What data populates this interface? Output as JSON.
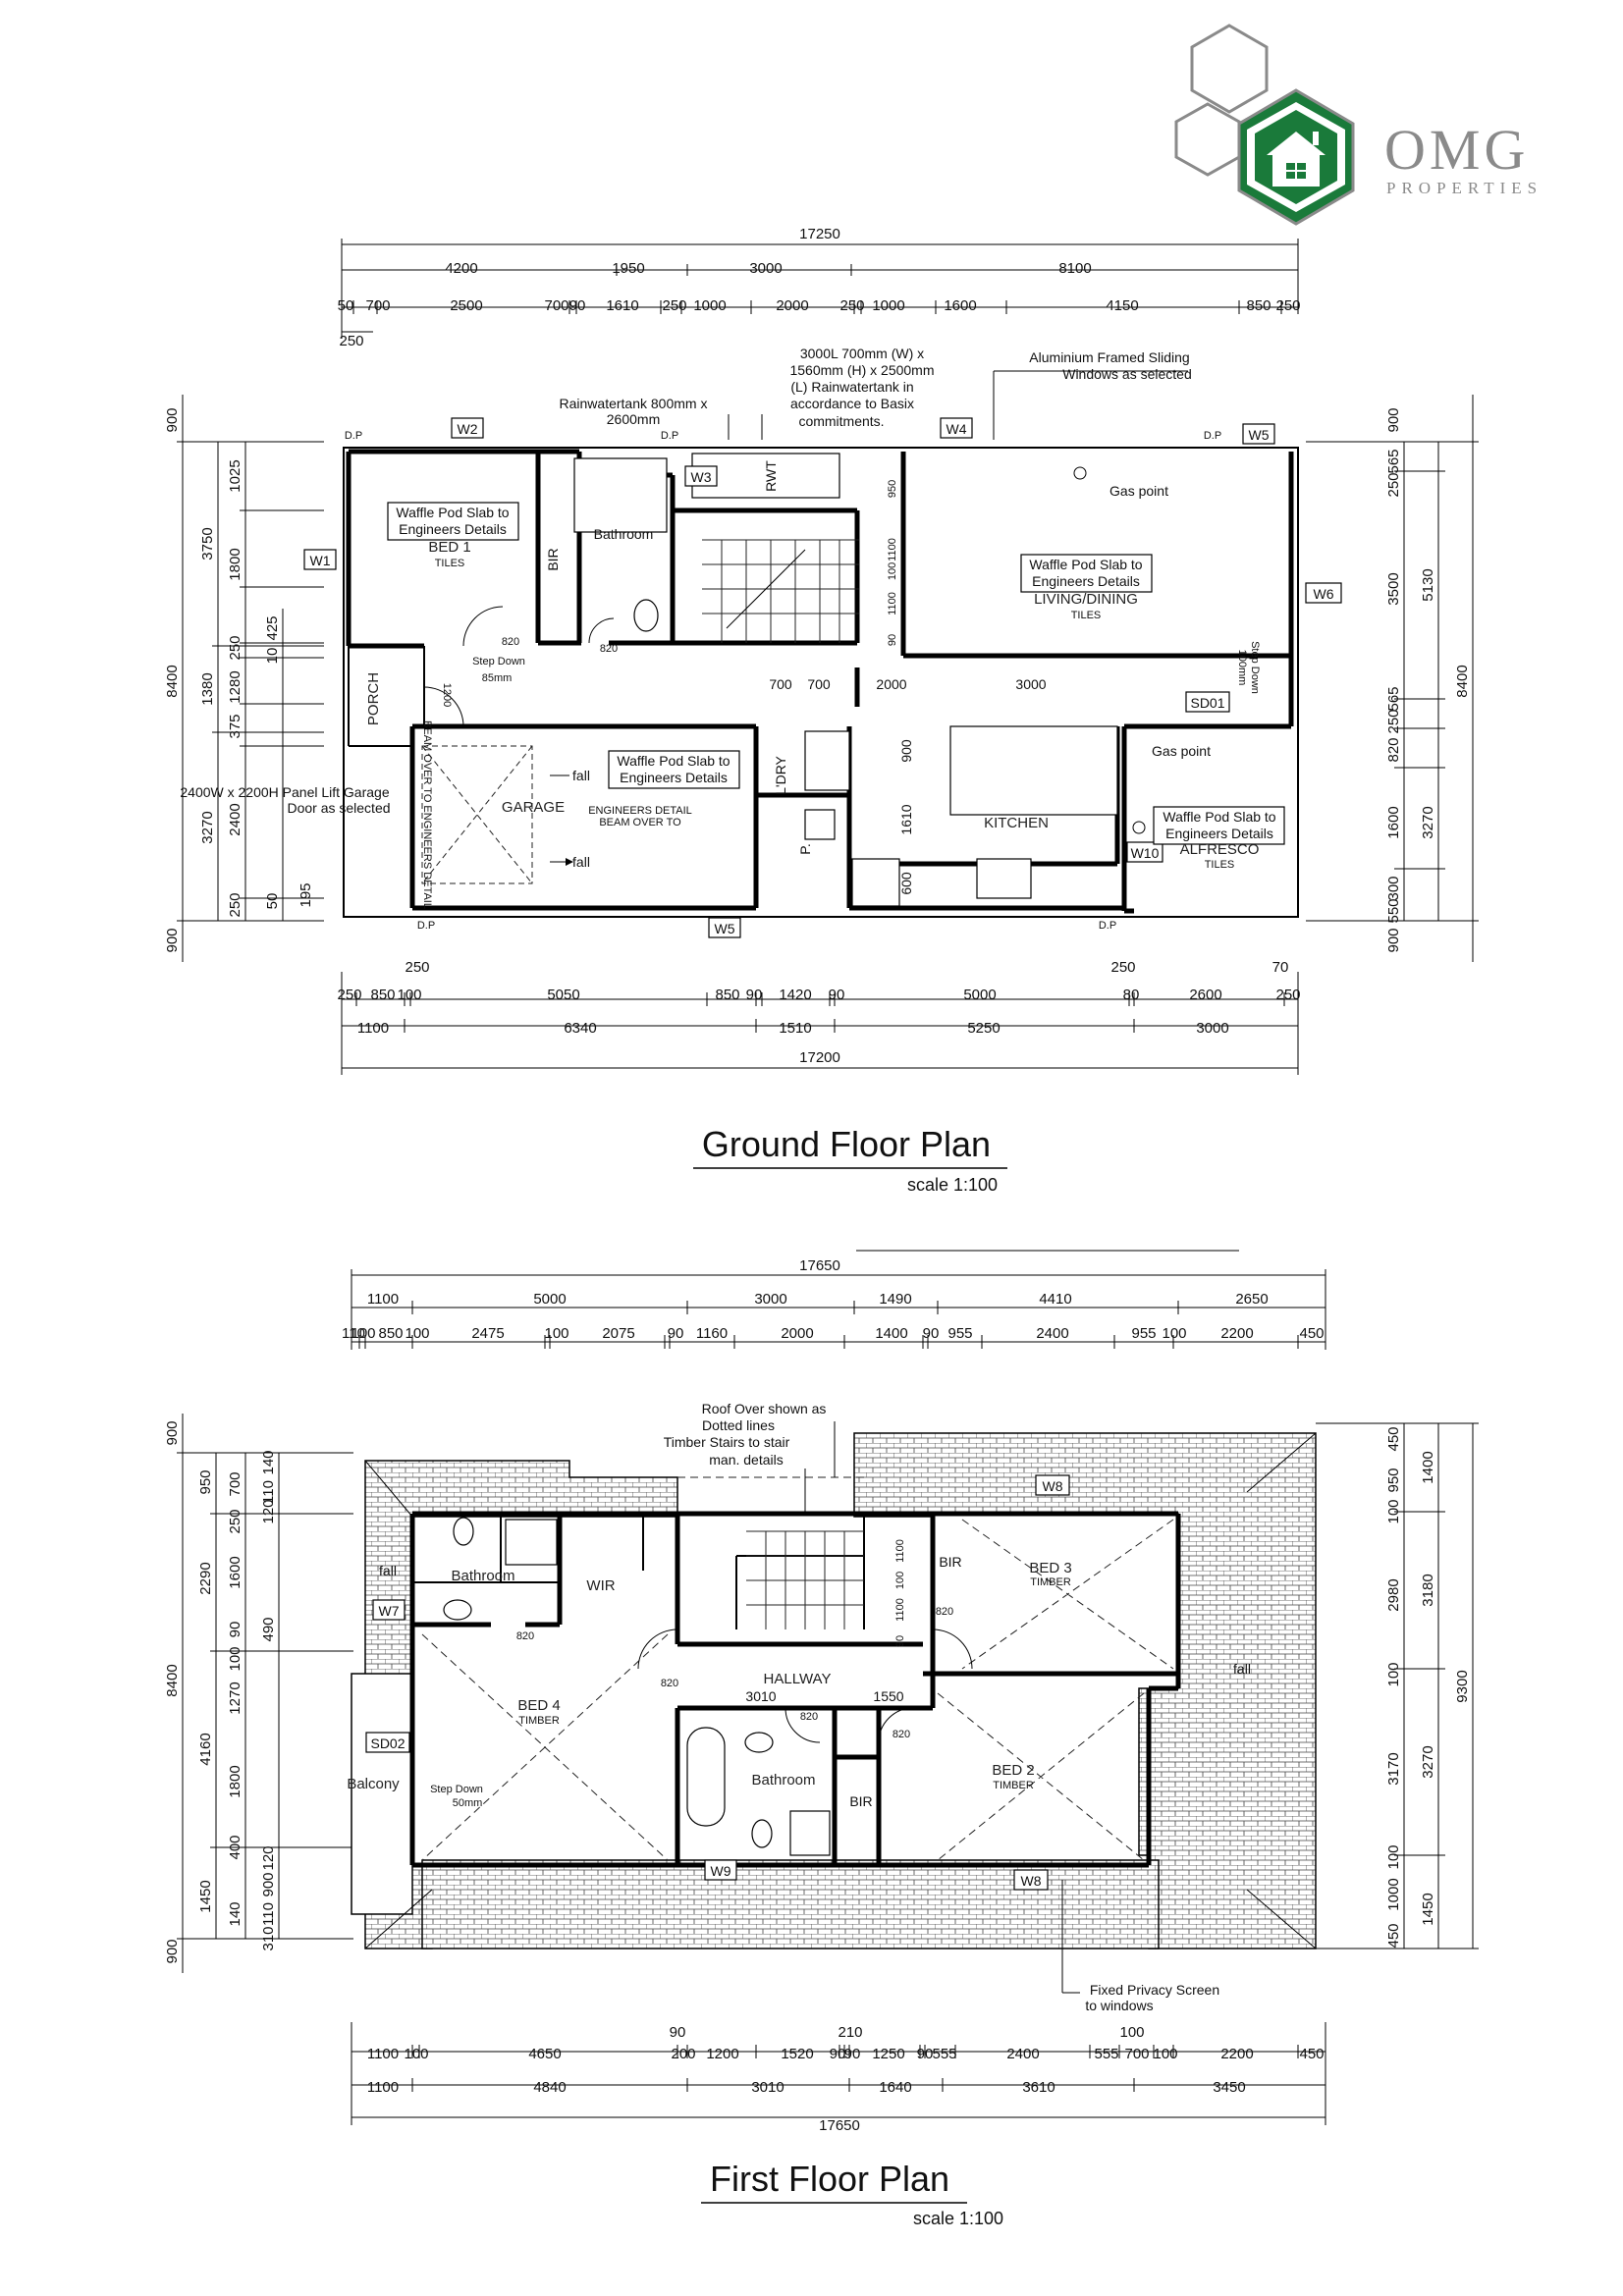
{
  "brand": {
    "name": "OMG",
    "tagline": "PROPERTIES"
  },
  "ground": {
    "title": "Ground Floor Plan",
    "scale": "scale 1:100",
    "top_dims": {
      "overall": "17250",
      "row2": [
        "4200",
        "1950",
        "3000",
        "8100"
      ],
      "row3": [
        "50",
        "700",
        "2500",
        "700",
        "90",
        "1610",
        "250",
        "1000",
        "2000",
        "250",
        "1000",
        "1600",
        "4150",
        "850",
        "250"
      ],
      "extra": "250"
    },
    "bottom_dims": {
      "overall": "17200",
      "row1": [
        "250",
        "850",
        "100",
        "5050",
        "850",
        "90",
        "1420",
        "90",
        "5000",
        "80",
        "2600",
        "250"
      ],
      "row1_top": [
        "250",
        "250",
        "70"
      ],
      "row2": [
        "1100",
        "6340",
        "1510",
        "5250",
        "3000"
      ]
    },
    "left_dims": {
      "outer": [
        "900",
        "8400",
        "900"
      ],
      "mid": [
        "3750",
        "1380",
        "3270"
      ],
      "inner": [
        "1025",
        "1800",
        "250",
        "10",
        "425",
        "1280",
        "375",
        "2400",
        "50",
        "250",
        "195"
      ]
    },
    "right_dims": {
      "outer": [
        "900",
        "8400",
        "900"
      ],
      "mid": [
        "5130",
        "3270"
      ],
      "inner": [
        "565",
        "250",
        "3500",
        "565",
        "250",
        "820",
        "1600",
        "300",
        "550"
      ]
    },
    "inner_dims": [
      "820",
      "820",
      "1200",
      "950",
      "1100",
      "100",
      "1100",
      "90",
      "700",
      "700",
      "2000",
      "3000",
      "900",
      "1610",
      "600"
    ],
    "windows": [
      "W1",
      "W2",
      "W3",
      "W4",
      "W5",
      "W6",
      "W5",
      "W10",
      "SD01"
    ],
    "dp": [
      "D.P",
      "D.P",
      "D.P",
      "D.P",
      "D.P"
    ],
    "rooms": {
      "bed1": "BED 1",
      "bed1_floor": "TILES",
      "bathroom": "Bathroom",
      "bir": "BIR",
      "living": "LIVING/DINING",
      "living_floor": "TILES",
      "porch": "PORCH",
      "garage": "GARAGE",
      "ldry": "L'DRY",
      "pantry": "P.",
      "kitchen": "KITCHEN",
      "alfresco": "ALFRESCO",
      "alfresco_floor": "TILES",
      "rwt": "RWT"
    },
    "notes": {
      "waffle": "Waffle Pod Slab to",
      "waffle2": "Engineers Details",
      "tank_small_1": "Rainwatertank 800mm x",
      "tank_small_2": "2600mm",
      "tank_big_1": "3000L 700mm (W) x",
      "tank_big_2": "1560mm (H) x 2500mm",
      "tank_big_3": "(L) Rainwatertank in",
      "tank_big_4": "accordance to Basix",
      "tank_big_5": "commitments.",
      "alu_1": "Aluminium Framed Sliding",
      "alu_2": "Windows as selected",
      "gas": "Gas point",
      "step_1": "Step Down",
      "step_2": "85mm",
      "step_3": "Step Down",
      "step_4": "100mm",
      "garage_door_1": "2400W x 2200H Panel Lift Garage",
      "garage_door_2": "Door as selected",
      "fall": "fall",
      "beam_1": "ENGINEERS DETAIL",
      "beam_2": "BEAM OVER TO",
      "beam_v": "BEAM OVER TO ENGINEERS DETAIL"
    }
  },
  "first": {
    "title": "First Floor Plan",
    "scale": "scale 1:100",
    "top_dims": {
      "overall": "17650",
      "row2": [
        "1100",
        "5000",
        "3000",
        "1490",
        "4410",
        "2650"
      ],
      "row3": [
        "110",
        "100",
        "850",
        "100",
        "2475",
        "100",
        "2075",
        "90",
        "1160",
        "2000",
        "1400",
        "90",
        "955",
        "2400",
        "955",
        "100",
        "2200",
        "450"
      ]
    },
    "bottom_dims": {
      "overall": "17650",
      "row1": [
        "1100",
        "100",
        "4650",
        "200",
        "1200",
        "1520",
        "90",
        "90",
        "1250",
        "90",
        "555",
        "2400",
        "555",
        "700",
        "100",
        "2200",
        "450"
      ],
      "row1_top": [
        "90",
        "210",
        "100"
      ],
      "row2": [
        "1100",
        "4840",
        "3010",
        "1640",
        "3610",
        "3450"
      ]
    },
    "left_dims": {
      "outer": [
        "900",
        "8400",
        "900"
      ],
      "mid": [
        "950",
        "2290",
        "4160",
        "1450"
      ],
      "inner": [
        "700",
        "140",
        "110",
        "120",
        "250",
        "1600",
        "90",
        "490",
        "100",
        "1270",
        "1800",
        "400",
        "120",
        "900",
        "110",
        "140",
        "310"
      ]
    },
    "right_dims": {
      "outer": [
        "9300"
      ],
      "mid": [
        "1400",
        "3180",
        "3270",
        "1450"
      ],
      "inner": [
        "450",
        "950",
        "100",
        "2980",
        "100",
        "3170",
        "100",
        "1000",
        "450"
      ]
    },
    "inner_dims": [
      "820",
      "820",
      "820",
      "3010",
      "1550",
      "820",
      "820",
      "1100",
      "100",
      "1100",
      "90"
    ],
    "windows": [
      "W8",
      "W7",
      "SD02",
      "W9",
      "W8"
    ],
    "rooms": {
      "bathroom": "Bathroom",
      "wir": "WIR",
      "bir": "BIR",
      "bed3": "BED 3",
      "bed3_floor": "TIMBER",
      "bed4": "BED 4",
      "bed4_floor": "TIMBER",
      "hallway": "HALLWAY",
      "bathroom2": "Bathroom",
      "bir2": "BIR",
      "bed2": "BED 2",
      "bed2_floor": "TIMBER",
      "balcony": "Balcony"
    },
    "notes": {
      "roof_1": "Roof Over shown as",
      "roof_2": "Dotted lines",
      "stairs_1": "Timber Stairs to stair",
      "stairs_2": "man. details",
      "step_1": "Step Down",
      "step_2": "50mm",
      "privacy_1": "Fixed Privacy Screen",
      "privacy_2": "to windows",
      "fall": "fall"
    }
  },
  "colors": {
    "logo_green": "#1a7a3a",
    "logo_green_dark": "#0f5a28",
    "logo_grey": "#8a8a8a"
  }
}
